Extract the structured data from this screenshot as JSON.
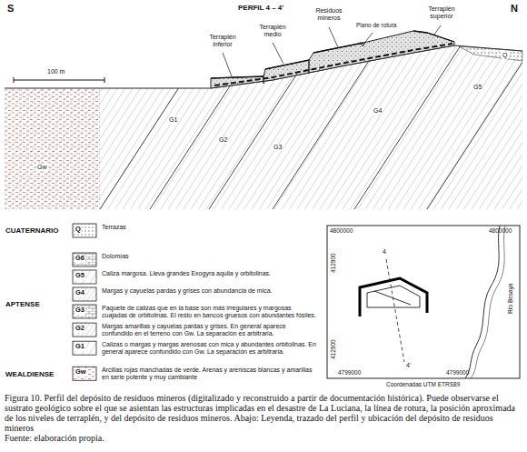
{
  "diagram": {
    "caption": "Figura 10. Perfil del depósito de residuos mineros (digitalizado y reconstruido a partir de documentación histórica). Puede observarse el sustrato geológico sobre el que se asientan las estructuras implicadas en el desastre de La Luciana, la línea de rotura, la posición aproximada de los niveles de terraplén, y del depósito de residuos mineros. Abajo: Leyenda, trazado del perfil y ubicación del depósito de residuos mineros",
    "labels": [
      "S",
      "N",
      "PERFIL 4 – 4'",
      "100 m",
      "Terraplén inferior",
      "Terraplén medio",
      "Residuos mineros",
      "Plano de rotura",
      "Terraplén superior",
      "Q",
      "G5",
      "G4",
      "G3",
      "G2",
      "G1",
      "Gw",
      "CUATERNARIO",
      "Q",
      "APTENSE",
      "G6",
      "G5",
      "G4",
      "G3",
      "G2",
      "G1",
      "WEALDIENSE",
      "Gw",
      "4800000",
      "4800000",
      "412900",
      "412900",
      "4799000",
      "4799000",
      "4",
      "4'",
      "Río Besaya",
      "Coordenadas UTM ETRS89",
      "Fuente: elaboración propia."
    ],
    "legend": [
      {
        "text": "Terrazas"
      },
      {
        "text": "Dolomías"
      },
      {
        "text": "Caliza margosa. Lleva grandes Exogyra aquila y orbitolinas."
      },
      {
        "text": "Margas y cayuelas pardas y grises con abundancia de mica."
      },
      {
        "text": "Paquete de calizas que en la base son más irregulares y margosas cuajadas de orbitolinas. El resto en bancos gruesos con abundantes fósiles."
      },
      {
        "text": "Margas amarillas y cayuelas pardas y grises. En general aparece confundido en el terreno con Gw. La separación es arbitraria."
      },
      {
        "text": "Calizas o margas y margas arenosas con mica y abundantes orbitolinas. En general aparece confundido con Gw. La separación es arbitraria."
      },
      {
        "text": "Arcillas rojas manchadas de verde. Arenas y areniscas blancas y amarillas en serie potente y muy cambiante"
      }
    ]
  }
}
